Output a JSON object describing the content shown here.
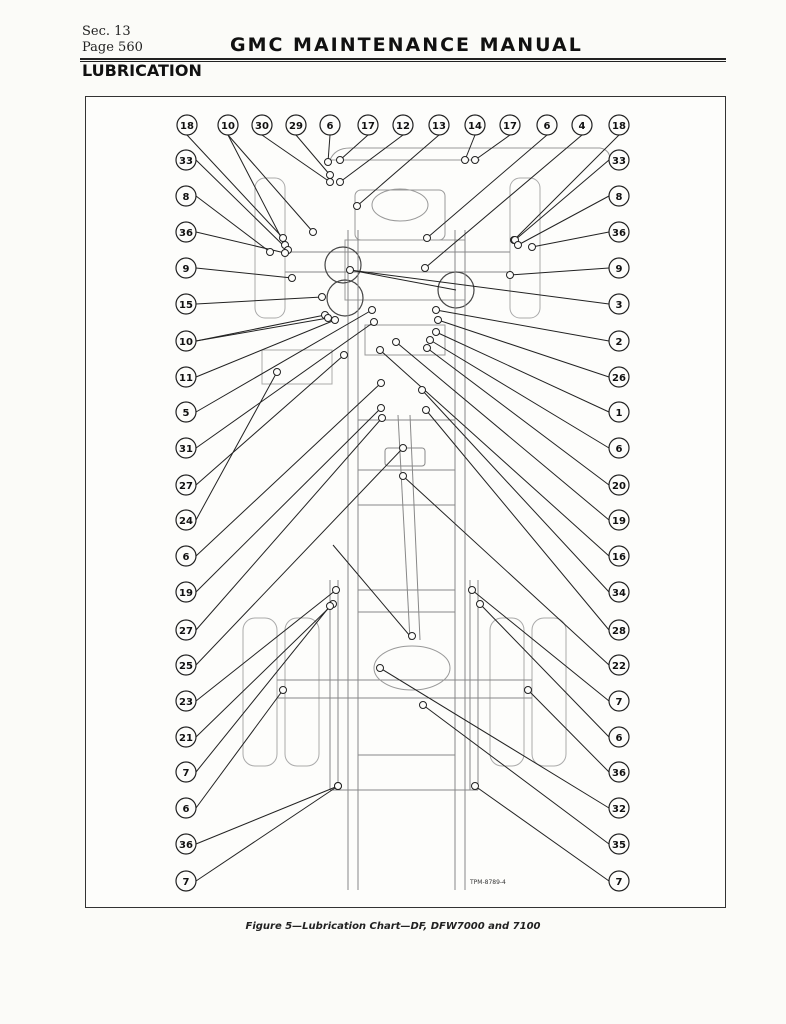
{
  "header": {
    "section": "Sec. 13",
    "page": "Page 560",
    "manual_title": "GMC MAINTENANCE MANUAL",
    "section_heading": "LUBRICATION"
  },
  "figure": {
    "caption": "Figure 5—Lubrication Chart—DF, DFW7000 and 7100",
    "drawing_number": "TPM-8789-4",
    "top_callouts": [
      "18",
      "10",
      "30",
      "29",
      "6",
      "17",
      "12",
      "13",
      "14",
      "17",
      "6",
      "4",
      "18"
    ],
    "left_callouts": [
      "33",
      "8",
      "36",
      "9",
      "15",
      "10",
      "11",
      "5",
      "31",
      "27",
      "24",
      "6",
      "19",
      "27",
      "25",
      "23",
      "21",
      "7",
      "6",
      "36",
      "7"
    ],
    "right_callouts": [
      "33",
      "8",
      "36",
      "9",
      "3",
      "2",
      "26",
      "1",
      "6",
      "20",
      "19",
      "16",
      "34",
      "28",
      "22",
      "7",
      "6",
      "36",
      "32",
      "35",
      "7"
    ]
  }
}
